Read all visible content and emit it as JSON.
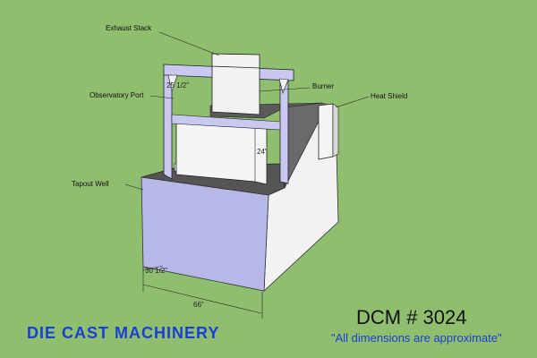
{
  "labels": {
    "exhaust_stack": "Exhaust Stack",
    "burner": "Burner",
    "observatory_port": "Observatory Port",
    "heat_shield": "Heat Shield",
    "tapout_well": "Tapout Well"
  },
  "dimensions": {
    "frame_height": "25 1/2\"",
    "port_depth": "24\"",
    "width": "30 1/2\"",
    "length": "66\""
  },
  "branding": {
    "company": "DIE CAST MACHINERY",
    "model": "DCM # 3024",
    "disclaimer": "\"All dimensions are approximate\""
  },
  "colors": {
    "background": "#8fbe6e",
    "brand_blue": "#1b3ed6",
    "box_front": "#b8b8e8",
    "box_side": "#f2f2f2"
  }
}
